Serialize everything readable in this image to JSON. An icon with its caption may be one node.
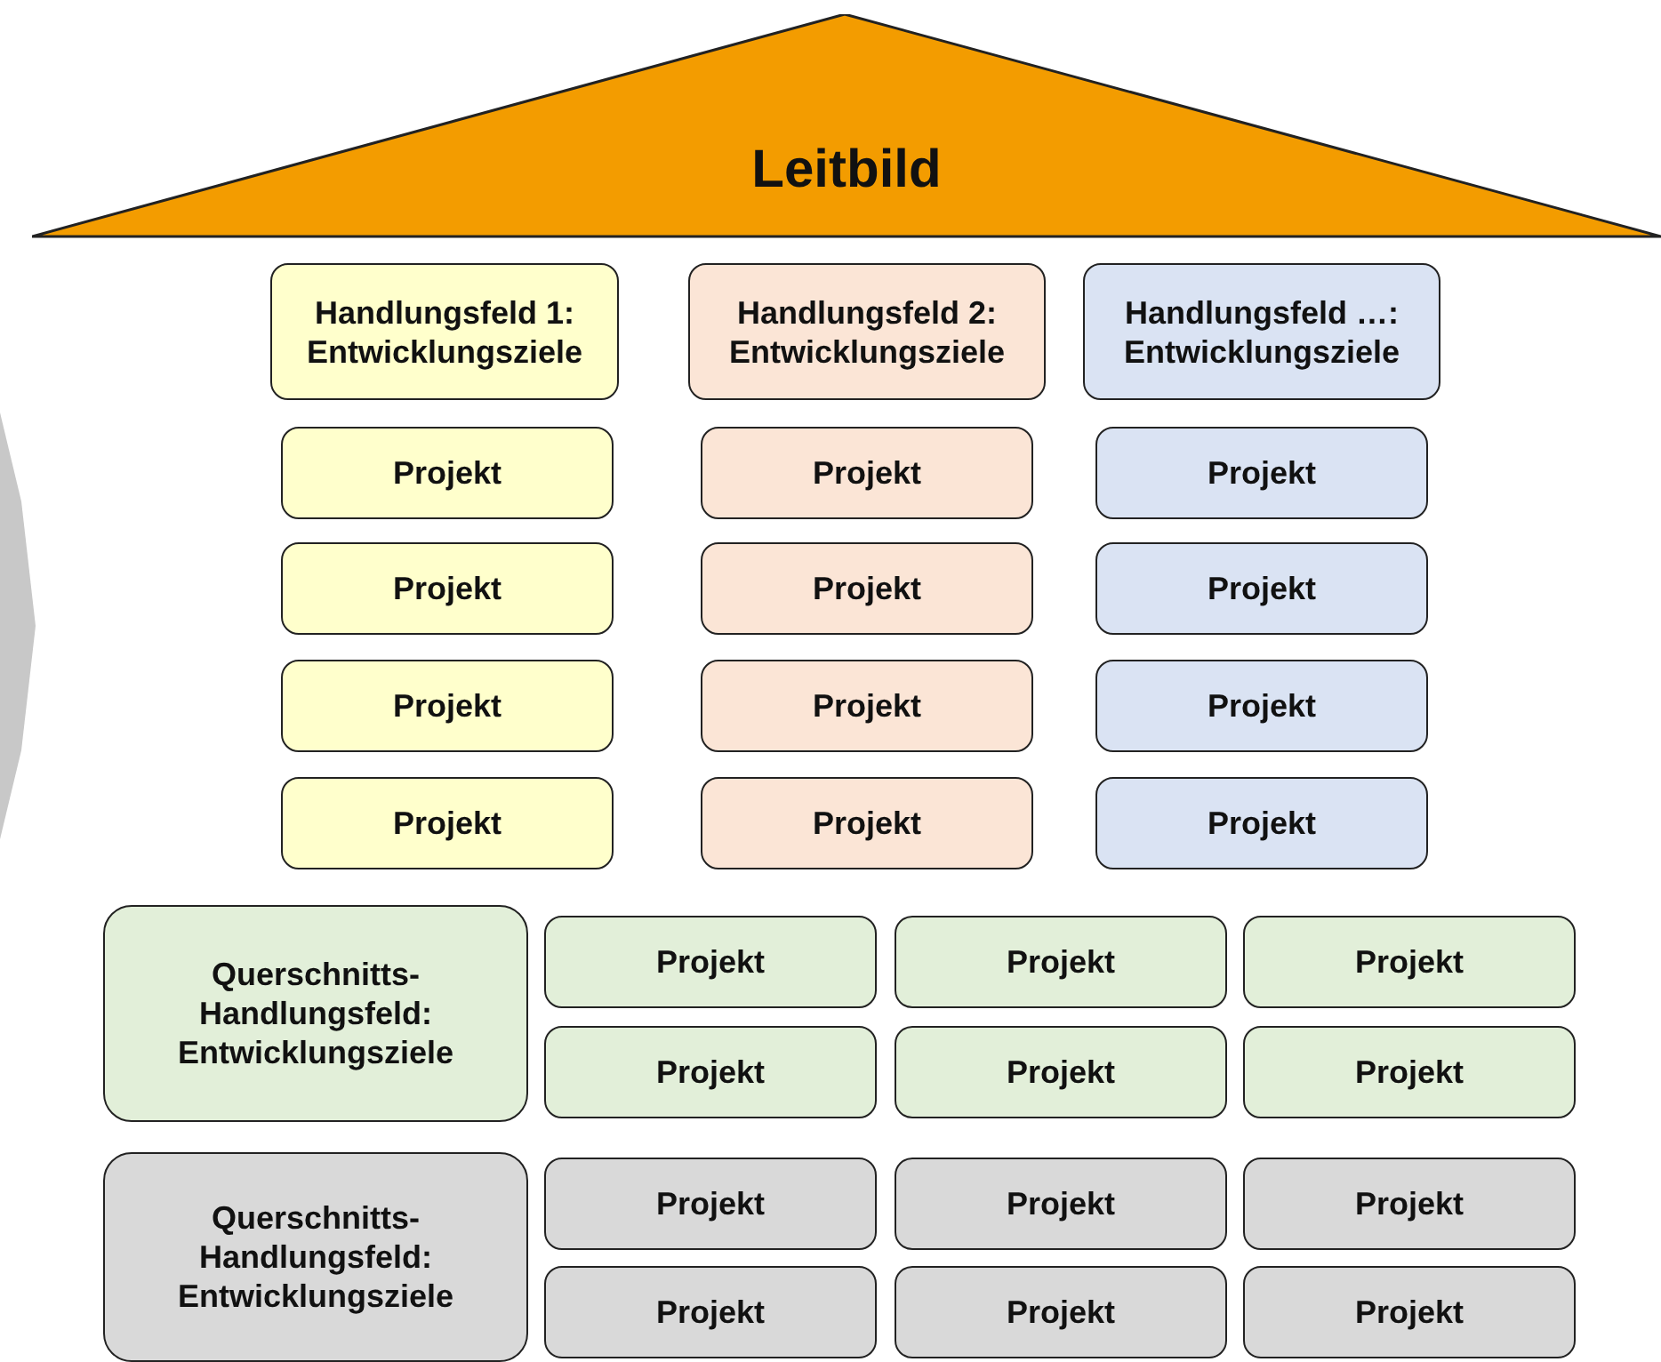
{
  "diagram": {
    "nodes": [
      {
        "text": [
          "Leitbild"
        ]
      },
      {
        "text": [
          "Handlungsfeld 1: Entwicklungsziele"
        ]
      },
      {
        "text": [
          "Handlungsfeld 2: Entwicklungsziele"
        ]
      },
      {
        "text": [
          "Handlungsfeld …: Entwicklungsziele"
        ]
      },
      {
        "text": [
          "Projekt"
        ]
      },
      {
        "text": [
          "Projekt"
        ]
      },
      {
        "text": [
          "Projekt"
        ]
      },
      {
        "text": [
          "Projekt"
        ]
      },
      {
        "text": [
          "Projekt"
        ]
      },
      {
        "text": [
          "Projekt"
        ]
      },
      {
        "text": [
          "Projekt"
        ]
      },
      {
        "text": [
          "Projekt"
        ]
      },
      {
        "text": [
          "Projekt"
        ]
      },
      {
        "text": [
          "Projekt"
        ]
      },
      {
        "text": [
          "Projekt"
        ]
      },
      {
        "text": [
          "Projekt"
        ]
      },
      {
        "text": [
          "Querschnitts-Handlungsfeld: Entwicklungsziele"
        ]
      },
      {
        "text": [
          "Projekt"
        ]
      },
      {
        "text": [
          "Projekt"
        ]
      },
      {
        "text": [
          "Projekt"
        ]
      },
      {
        "text": [
          "Projekt"
        ]
      },
      {
        "text": [
          "Projekt"
        ]
      },
      {
        "text": [
          "Projekt"
        ]
      },
      {
        "text": [
          "Querschnitts-Handlungsfeld: Entwicklungsziele"
        ]
      },
      {
        "text": [
          "Projekt"
        ]
      },
      {
        "text": [
          "Projekt"
        ]
      },
      {
        "text": [
          "Projekt"
        ]
      },
      {
        "text": [
          "Projekt"
        ]
      },
      {
        "text": [
          "Projekt"
        ]
      },
      {
        "text": [
          "Projekt"
        ]
      }
    ],
    "edges": []
  }
}
